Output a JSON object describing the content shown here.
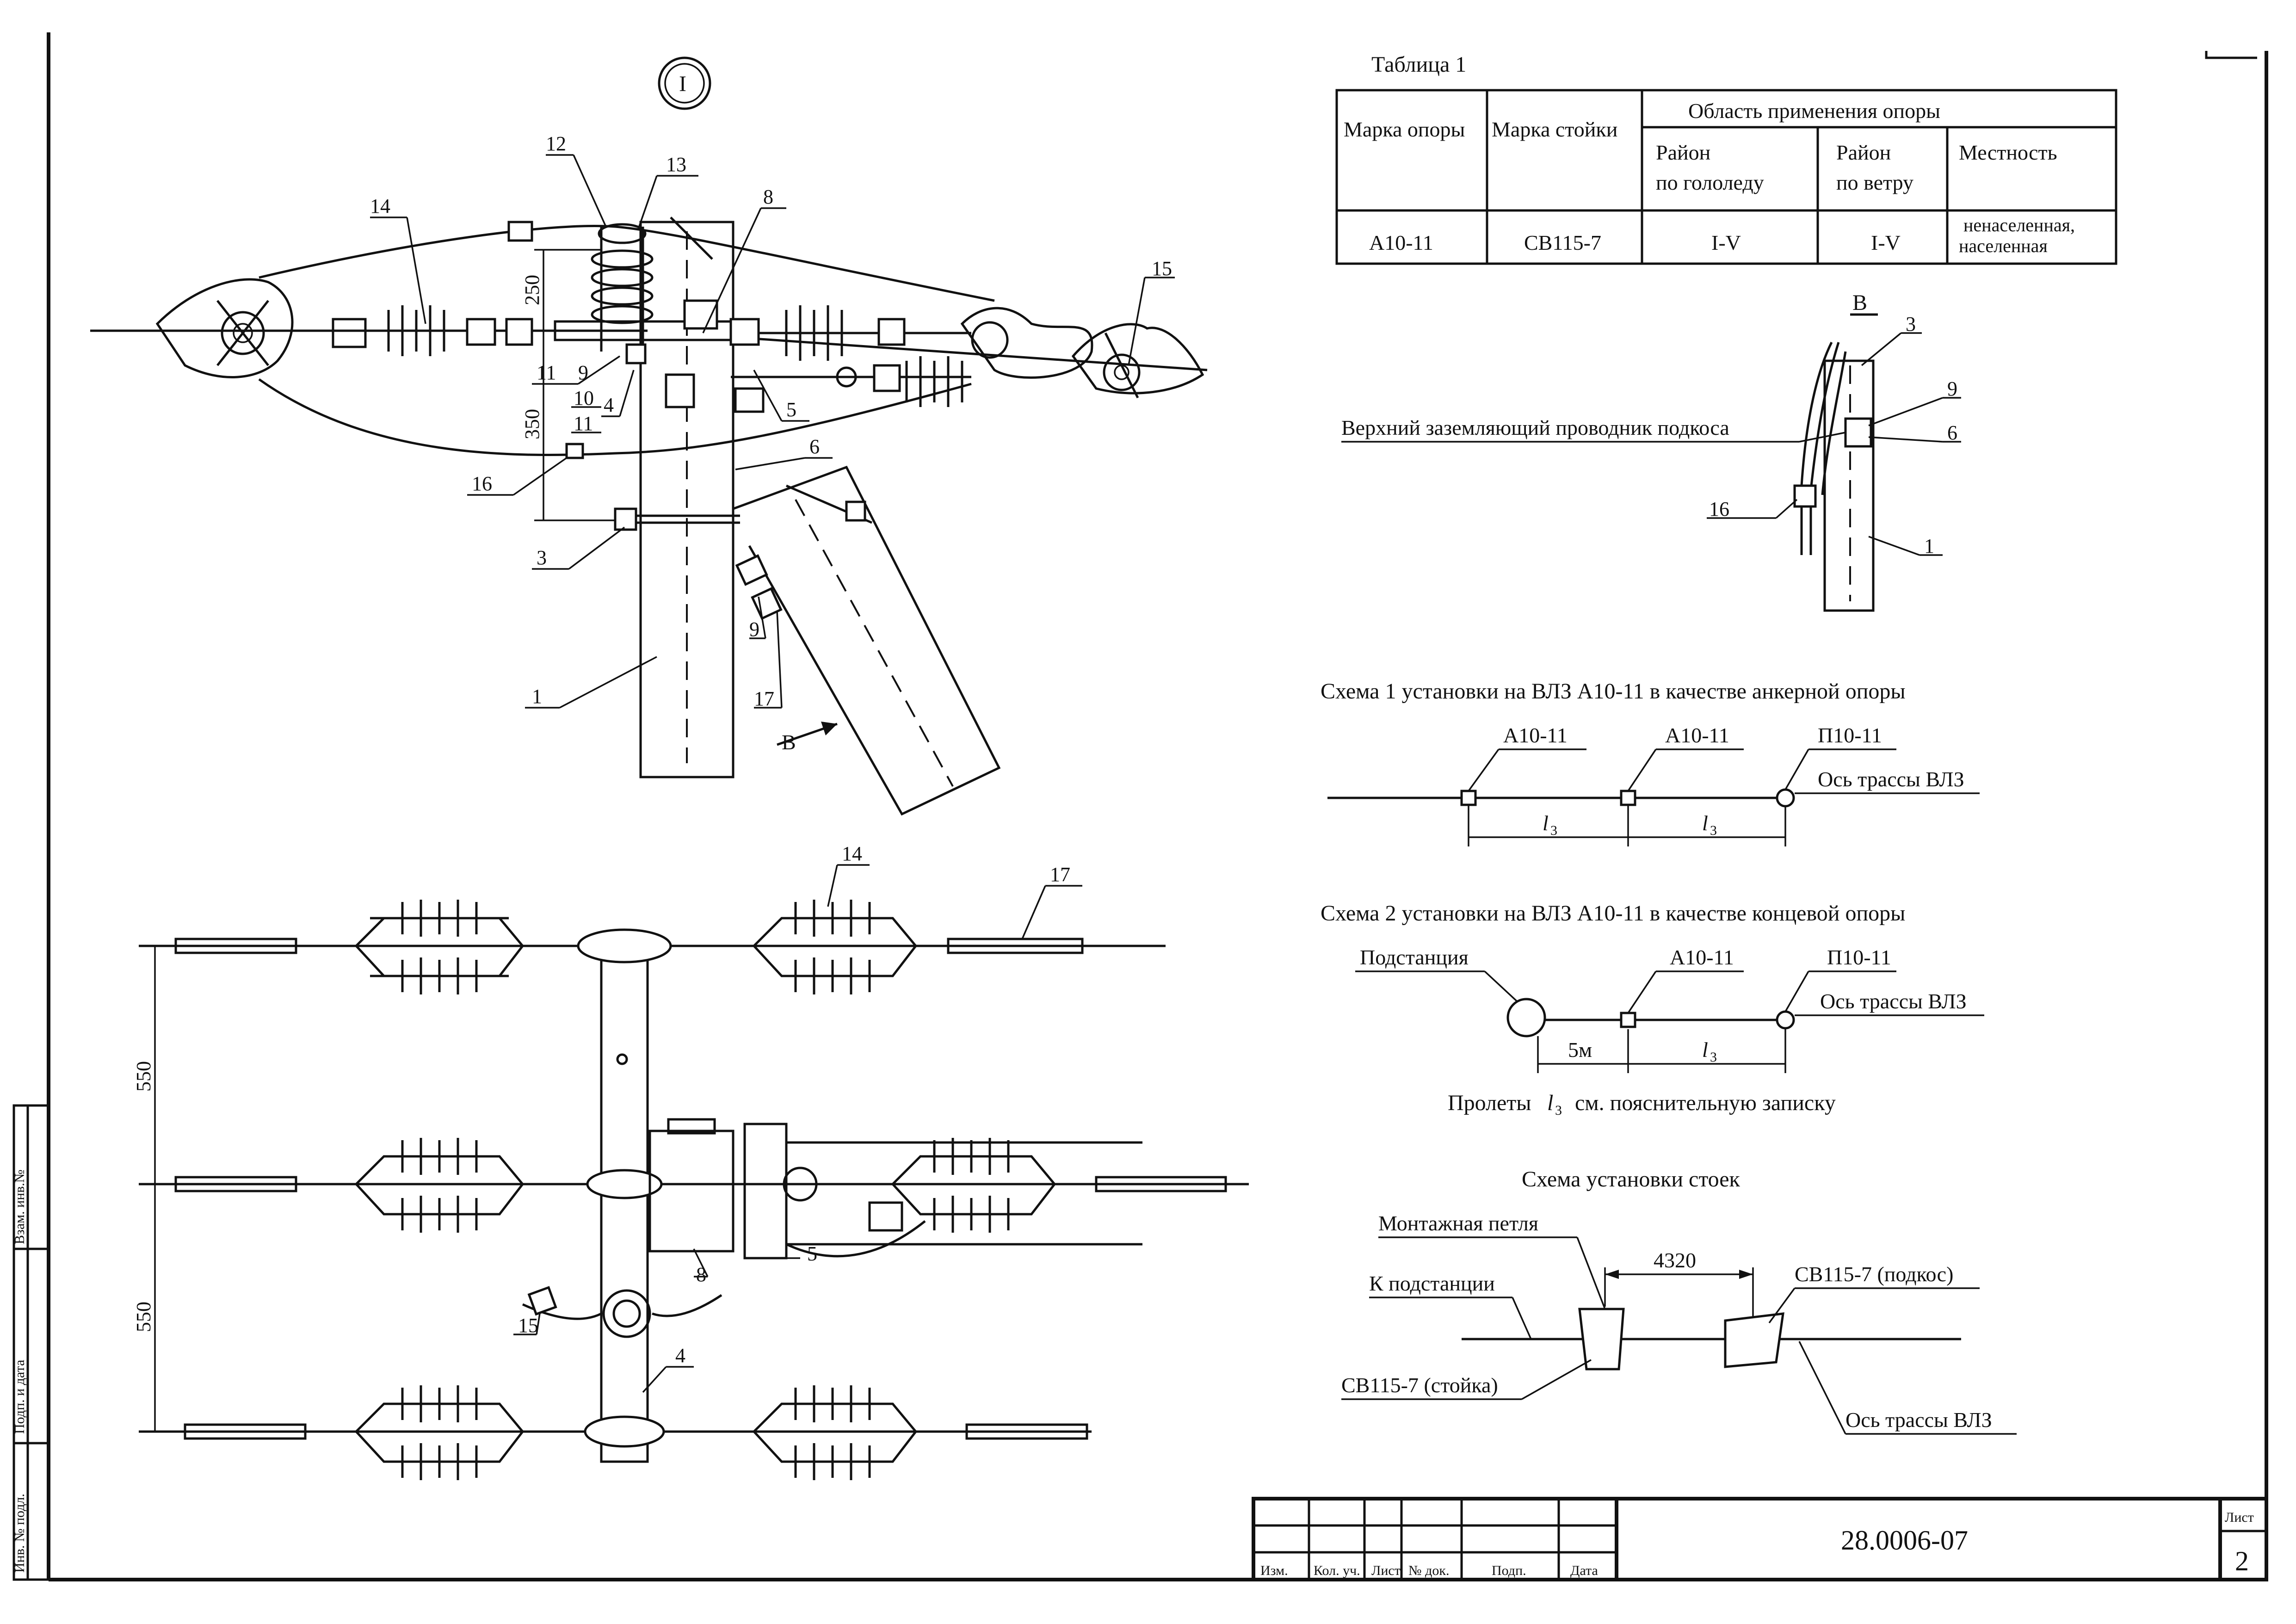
{
  "view_marker": "I",
  "table1": {
    "caption": "Таблица 1",
    "headers": {
      "support_mark": "Марка опоры",
      "post_mark": "Марка стойки",
      "scope": "Область применения опоры",
      "ice_region_l1": "Район",
      "ice_region_l2": "по гололеду",
      "wind_region_l1": "Район",
      "wind_region_l2": "по ветру",
      "terrain": "Местность"
    },
    "row": {
      "support_mark": "A10-11",
      "post_mark": "CB115-7",
      "ice_region": "I-V",
      "wind_region": "I-V",
      "terrain_l1": "ненаселенная,",
      "terrain_l2": "населенная"
    }
  },
  "top_view": {
    "callouts": [
      "1",
      "3",
      "4",
      "5",
      "6",
      "8",
      "9",
      "9",
      "10",
      "11",
      "11",
      "12",
      "13",
      "14",
      "15",
      "16",
      "17"
    ],
    "dim_250": "250",
    "dim_350": "350",
    "section_label": "B"
  },
  "view_b": {
    "title": "B",
    "text": "Верхний заземляющий проводник подкоса",
    "callouts": [
      "3",
      "9",
      "6",
      "16",
      "1"
    ]
  },
  "scheme1": {
    "title": "Схема 1 установки на ВЛЗ А10-11 в качестве анкерной опоры",
    "labels": [
      "A10-11",
      "A10-11",
      "П10-11"
    ],
    "axis": "Ось трассы ВЛЗ",
    "span": "l",
    "span_sub": "3"
  },
  "scheme2": {
    "title": "Схема 2 установки на ВЛЗ А10-11 в качестве концевой опоры",
    "substation": "Подстанция",
    "labels": [
      "A10-11",
      "П10-11"
    ],
    "axis": "Ось трассы ВЛЗ",
    "dim_5m": "5м",
    "span": "l",
    "span_sub": "3"
  },
  "spans_note": {
    "prefix": "Пролеты",
    "symbol": "l",
    "sub": "3",
    "suffix": "см. пояснительную записку"
  },
  "posts_scheme": {
    "title": "Схема установки стоек",
    "loop": "Монтажная петля",
    "to_substation": "К подстанции",
    "dim": "4320",
    "brace": "CB115-7 (подкос)",
    "post": "CB115-7 (стойка)",
    "axis": "Ось трассы ВЛЗ"
  },
  "bottom_view": {
    "callouts": [
      "14",
      "17",
      "8",
      "5",
      "15",
      "4"
    ],
    "dim_top": "550",
    "dim_bottom": "550"
  },
  "side_stamp": {
    "cells": [
      "Взам. инв.№",
      "Подп. и дата",
      "Инв. № подл."
    ]
  },
  "title_block": {
    "columns": [
      "Изм.",
      "Кол. уч.",
      "Лист",
      "№ док.",
      "Подп.",
      "Дата"
    ],
    "doc_number": "28.0006-07",
    "sheet_label": "Лист",
    "sheet_number": "2"
  }
}
